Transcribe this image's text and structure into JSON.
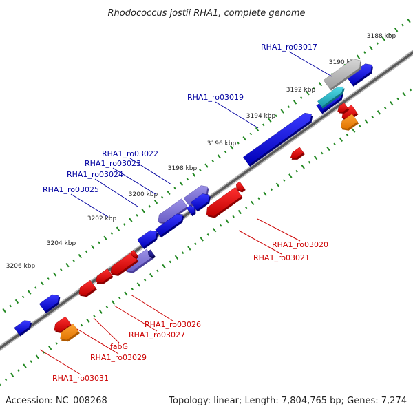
{
  "title": "Rhodococcus jostii RHA1, complete genome",
  "footer": {
    "accession": "Accession: NC_008268",
    "topology": "Topology: linear; Length: 7,804,765 bp; Genes: 7,274"
  },
  "ticks": [
    "3188 kbp",
    "3190 kbp",
    "3192 kbp",
    "3194 kbp",
    "3196 kbp",
    "3198 kbp",
    "3200 kbp",
    "3202 kbp",
    "3204 kbp",
    "3206 kbp"
  ],
  "gene_labels": [
    {
      "name": "RHA1_ro03017",
      "strand": "forward"
    },
    {
      "name": "RHA1_ro03019",
      "strand": "forward"
    },
    {
      "name": "RHA1_ro03022",
      "strand": "forward"
    },
    {
      "name": "RHA1_ro03023",
      "strand": "forward"
    },
    {
      "name": "RHA1_ro03024",
      "strand": "forward"
    },
    {
      "name": "RHA1_ro03025",
      "strand": "forward"
    },
    {
      "name": "RHA1_ro03020",
      "strand": "reverse"
    },
    {
      "name": "RHA1_ro03021",
      "strand": "reverse"
    },
    {
      "name": "RHA1_ro03026",
      "strand": "reverse"
    },
    {
      "name": "RHA1_ro03027",
      "strand": "reverse"
    },
    {
      "name": "fabG",
      "strand": "reverse"
    },
    {
      "name": "RHA1_ro03029",
      "strand": "reverse"
    },
    {
      "name": "RHA1_ro03031",
      "strand": "reverse"
    }
  ],
  "colors": {
    "forward_gene": "#0000e0",
    "reverse_gene": "#e00000",
    "highlight_gene": "#7b6fd0",
    "trna_gene": "#ff8800",
    "rrna_gene": "#b0b0b0",
    "other_gene": "#20b0c0",
    "backbone": "#888888",
    "tick": "#228822",
    "forward_label": "#0000a0",
    "reverse_label": "#cc0000"
  }
}
